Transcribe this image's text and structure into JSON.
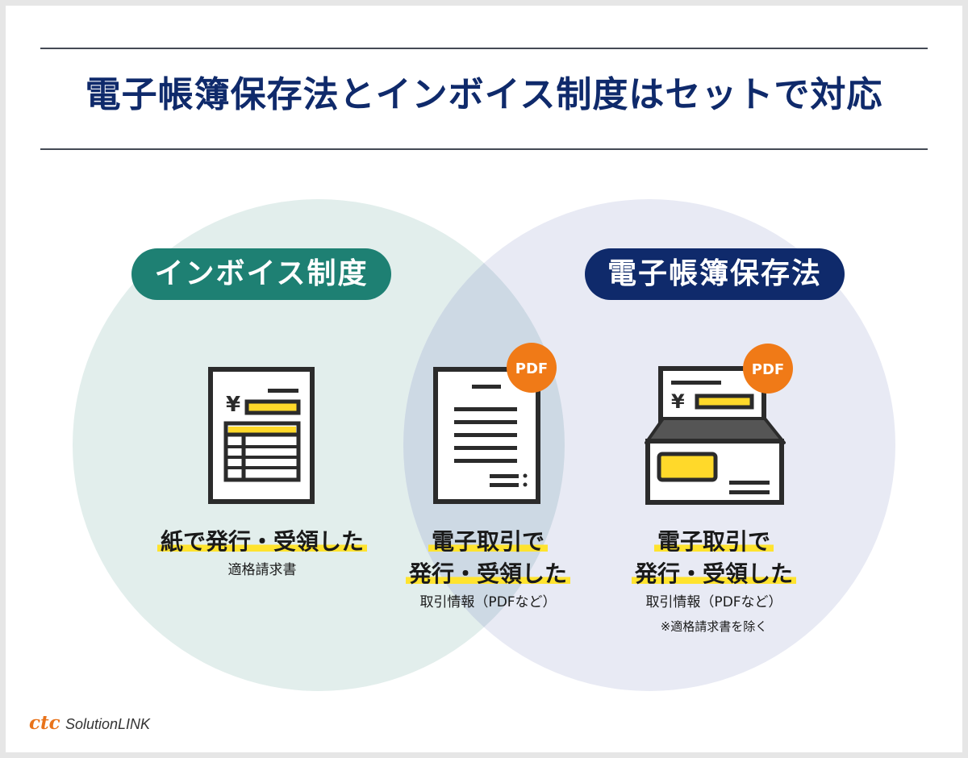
{
  "title": "電子帳簿保存法とインボイス制度はセットで対応",
  "colors": {
    "navy": "#0f2a6b",
    "teal": "#1e8073",
    "left_circle": "#e2eeec",
    "right_circle": "#e8eaf4",
    "overlap": "#cdd9e4",
    "highlight": "#ffe32e",
    "pdf_badge": "#f07a17"
  },
  "left": {
    "label": "インボイス制度",
    "caption_main": "紙で発行・受領した",
    "caption_sub": "適格請求書",
    "icon": "paper-invoice-icon"
  },
  "center": {
    "caption_line1": "電子取引で",
    "caption_line2": "発行・受領した",
    "caption_sub": "取引情報（PDFなど）",
    "icon": "pdf-document-icon",
    "badge": "PDF"
  },
  "right": {
    "label": "電子帳簿保存法",
    "caption_line1": "電子取引で",
    "caption_line2": "発行・受領した",
    "caption_sub": "取引情報（PDFなど）",
    "caption_note": "※適格請求書を除く",
    "icon": "envelope-invoice-icon",
    "badge": "PDF"
  },
  "yen_symbol": "¥",
  "logo": {
    "brand": "ctc",
    "product": "SolutionLINK"
  }
}
